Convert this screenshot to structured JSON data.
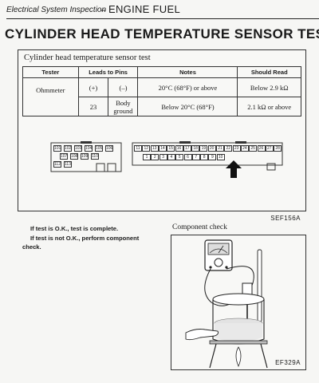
{
  "header": {
    "section": "Electrical System Inspection",
    "dash": "–",
    "category": "ENGINE FUEL"
  },
  "title": "CYLINDER HEAD TEMPERATURE SENSOR TEST",
  "test_box": {
    "caption": "Cylinder head temperature sensor test",
    "columns": [
      "Tester",
      "Leads to Pins",
      "Notes",
      "Should Read"
    ],
    "tester": "Ohmmeter",
    "lead_pos": "(+)",
    "lead_neg": "(–)",
    "pin": "23",
    "ground": "Body ground",
    "rows": [
      {
        "note": "20°C (68°F) or above",
        "reading": "Below 2.9 kΩ"
      },
      {
        "note": "Below 20°C (68°F)",
        "reading": "2.1 kΩ or above"
      }
    ],
    "figure_ref": "SEF156A"
  },
  "connector_small": {
    "row1": [
      "101",
      "102",
      "103",
      "104",
      "105",
      "106"
    ],
    "row2": [
      "107",
      "108",
      "109",
      "110"
    ],
    "row3": [
      "112",
      "113"
    ]
  },
  "connector_large": {
    "row1": [
      "11",
      "12",
      "13",
      "14",
      "15",
      "16",
      "17",
      "18",
      "19",
      "20",
      "21",
      "22",
      "23",
      "24",
      "25",
      "26",
      "27",
      "28"
    ],
    "row2": [
      "1",
      "2",
      "3",
      "4",
      "5",
      "6",
      "7",
      "8",
      "9",
      "10"
    ]
  },
  "instructions": {
    "line1": "If test is O.K., test is complete.",
    "line2": "If test is not O.K., perform component check."
  },
  "component_check": {
    "label": "Component check",
    "figure_ref": "EF329A"
  }
}
